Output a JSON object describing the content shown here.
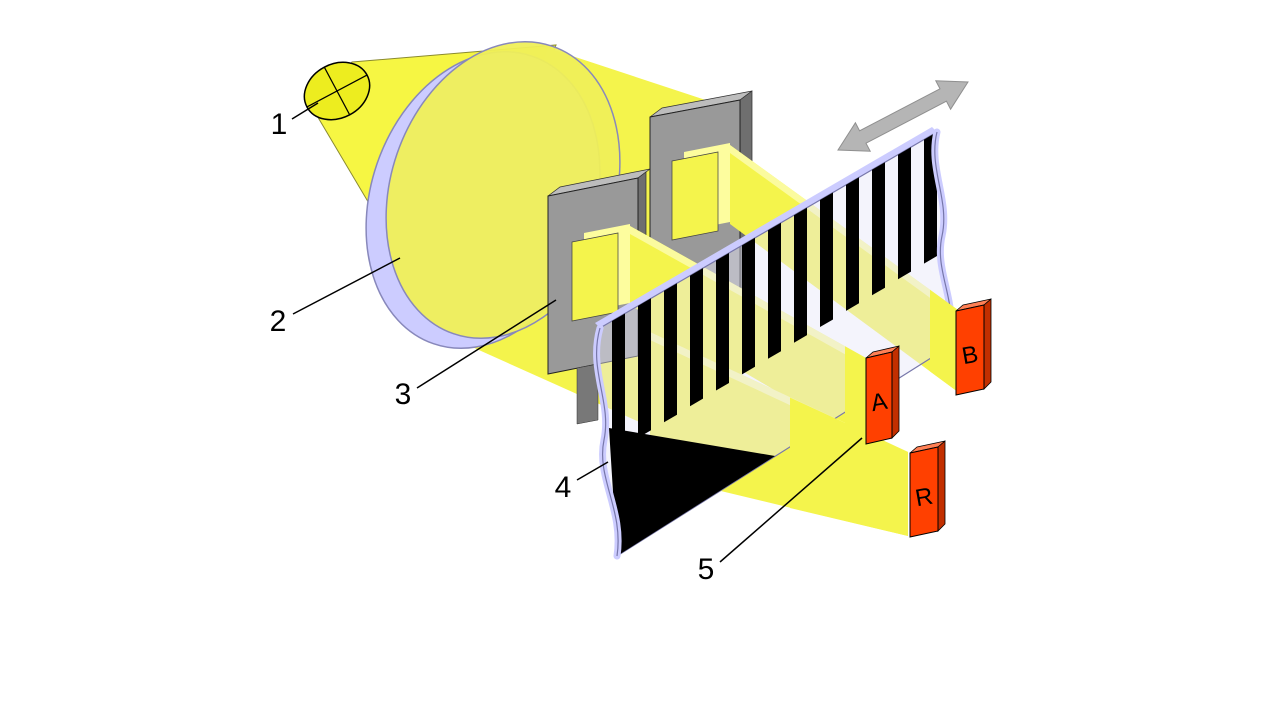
{
  "diagram": {
    "background": "#ffffff",
    "callouts": [
      "1",
      "2",
      "3",
      "4",
      "5"
    ],
    "detectors": {
      "a": "A",
      "b": "B",
      "r": "R"
    },
    "colors": {
      "cone": "#f6f643",
      "bulb": "#ededl0",
      "bulb_fill": "#eded1f",
      "beam": "#f4f44c",
      "beam_light": "#fbfb9e",
      "window_back": "#fdfd9e",
      "window_front": "#f4f44c",
      "lens_face": "#efef58",
      "lens_rim": "#ccccff",
      "lens_edge": "#8888bb",
      "mask_front": "#999999",
      "mask_top": "#bdbdbd",
      "mask_side": "#6f6f6f",
      "mask_tab": "#787878",
      "strip_face": "#e6e6f8",
      "strip_rim": "#ccccff",
      "strip_edge": "#7777aa",
      "stripe": "#000000",
      "detector_front": "#ff4000",
      "detector_top": "#ff8055",
      "detector_side": "#c22f00",
      "arrow": "#b5b5b5",
      "label": "#000000"
    }
  }
}
